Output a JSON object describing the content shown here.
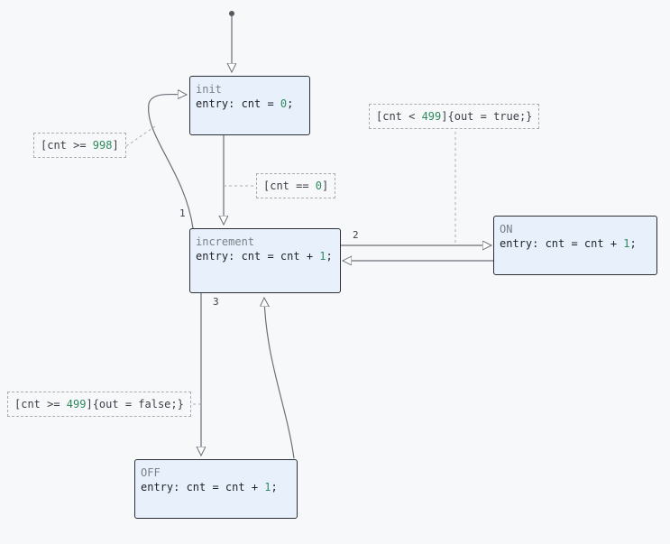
{
  "states": {
    "init": {
      "name": "init",
      "entry_prefix": "entry: cnt = ",
      "entry_num": "0",
      "entry_suffix": ";"
    },
    "increment": {
      "name": "increment",
      "entry_prefix": "entry: cnt = cnt + ",
      "entry_num": "1",
      "entry_suffix": ";"
    },
    "on": {
      "name": "ON",
      "entry_prefix": "entry: cnt = cnt + ",
      "entry_num": "1",
      "entry_suffix": ";"
    },
    "off": {
      "name": "OFF",
      "entry_prefix": "entry: cnt = cnt + ",
      "entry_num": "1",
      "entry_suffix": ";"
    }
  },
  "guards": {
    "reset": {
      "prefix": "[cnt >= ",
      "num": "998",
      "suffix": "]"
    },
    "zero": {
      "prefix": "[cnt == ",
      "num": "0",
      "suffix": "]"
    },
    "to_on": {
      "prefix": "[cnt < ",
      "num": "499",
      "suffix": "]{out = true;}"
    },
    "to_off": {
      "prefix": "[cnt >= ",
      "num": "499",
      "suffix": "]{out = false;}"
    }
  },
  "transition_labels": {
    "t1": "1",
    "t2": "2",
    "t3": "3"
  },
  "colors": {
    "edge": "#6b6f78",
    "number": "#2f8a5f",
    "state_fill": "#e8f1fb",
    "background": "#f7f8fa"
  }
}
